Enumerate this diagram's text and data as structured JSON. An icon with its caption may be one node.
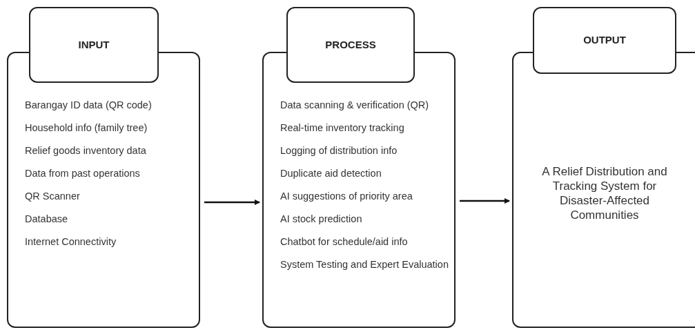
{
  "diagram": {
    "nodes": [
      {
        "text": [
          "INPUT"
        ]
      },
      {
        "text": [
          "Barangay ID data (QR code)",
          "Household info (family tree)",
          "Relief goods inventory data",
          "Data from past operations",
          "QR Scanner",
          "Database",
          "Internet Connectivity"
        ]
      },
      {
        "text": [
          "PROCESS"
        ]
      },
      {
        "text": [
          "Data scanning & verification (QR)",
          "Real-time inventory tracking",
          "Logging of distribution info",
          "Duplicate aid detection",
          "AI suggestions of priority area",
          "AI stock prediction",
          "Chatbot for schedule/aid info",
          "System Testing and Expert Evaluation"
        ]
      },
      {
        "text": [
          "OUTPUT"
        ]
      },
      {
        "text": [
          "A Relief Distribution and Tracking System for Disaster-Affected Communities"
        ]
      }
    ],
    "edges": [
      {
        "from": 1,
        "to": 3,
        "arrow": "to"
      },
      {
        "from": 3,
        "to": 5,
        "arrow": "to"
      }
    ]
  }
}
